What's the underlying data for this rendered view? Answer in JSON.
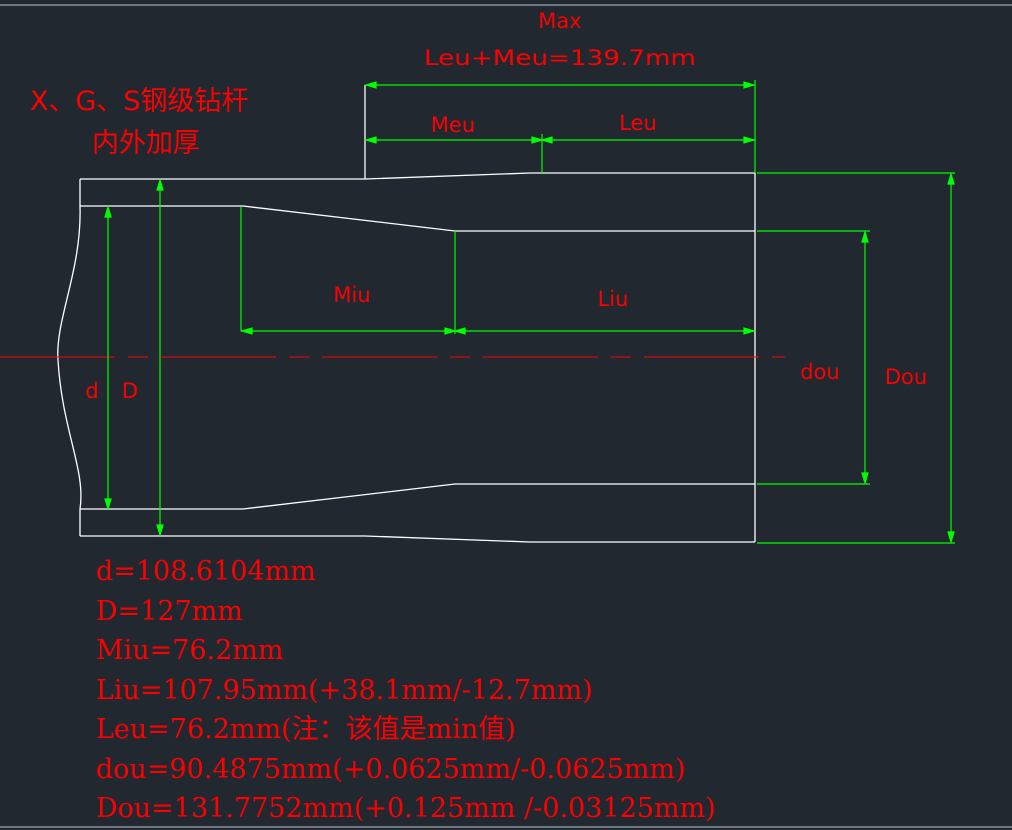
{
  "colors": {
    "background": "#212830",
    "outline": "#ffffff",
    "dimension": "#00ff00",
    "text": "#ff0000",
    "centerline": "#ff0000",
    "frame": "#6e7682"
  },
  "title": {
    "line1": "X、G、S钢级钻杆",
    "line2": "内外加厚"
  },
  "dim_labels": {
    "max": "Max",
    "max_formula": "Leu+Meu=139.7mm",
    "meu": "Meu",
    "leu": "Leu",
    "miu": "Miu",
    "liu": "Liu",
    "d": "d",
    "D": "D",
    "dou": "dou",
    "Dou": "Dou"
  },
  "specs": [
    "d=108.6104mm",
    "D=127mm",
    "Miu=76.2mm",
    "Liu=107.95mm(+38.1mm/-12.7mm)",
    "Leu=76.2mm(注：该值是min值)",
    "dou=90.4875mm(+0.0625mm/-0.0625mm)",
    "Dou=131.7752mm(+0.125mm /-0.03125mm)"
  ]
}
